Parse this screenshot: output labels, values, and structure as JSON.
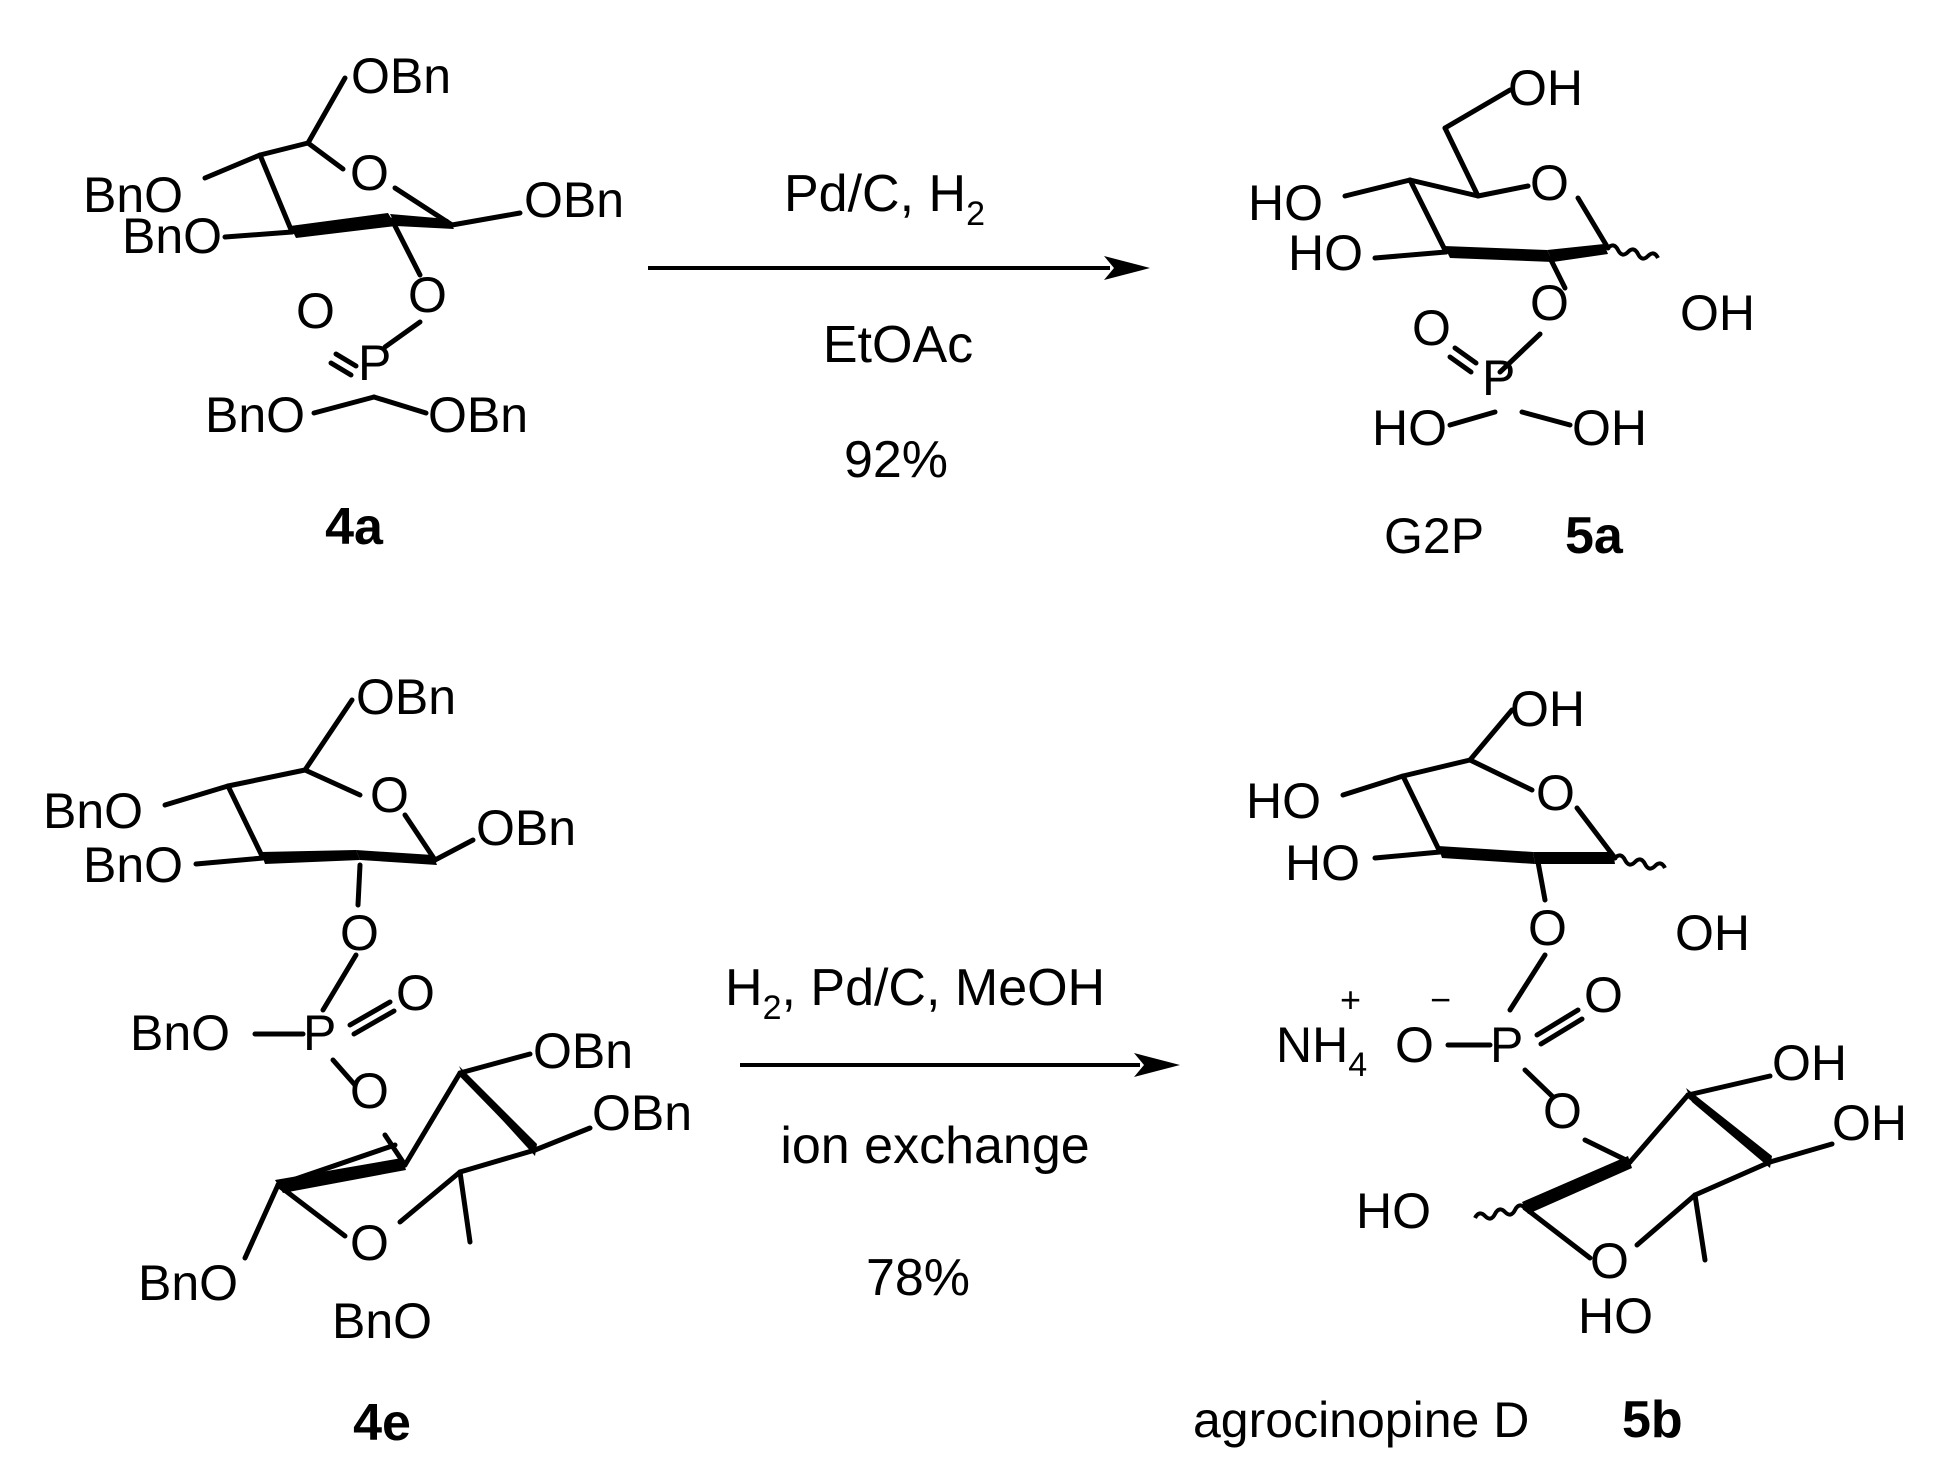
{
  "reaction1": {
    "reactant": {
      "id": "4a",
      "atoms": {
        "c6": "OBn",
        "c4": "BnO",
        "c3": "BnO",
        "ring_o": "O",
        "c1": "OBn",
        "c2o": "O",
        "p_dbl_o": "O",
        "p": "P",
        "p_o_left": "BnO",
        "p_o_right": "OBn"
      }
    },
    "conditions": {
      "line1": "Pd/C, H",
      "line1_sub": "2",
      "line2": "EtOAc",
      "yield": "92%"
    },
    "product": {
      "name": "G2P",
      "id": "5a",
      "atoms": {
        "c6": "OH",
        "c4": "HO",
        "c3": "HO",
        "ring_o": "O",
        "c1": "OH",
        "c2o": "O",
        "p_dbl_o": "O",
        "p": "P",
        "p_o_left": "HO",
        "p_o_right": "OH"
      }
    }
  },
  "reaction2": {
    "reactant": {
      "id": "4e",
      "atoms": {
        "c6": "OBn",
        "c4": "BnO",
        "c3": "BnO",
        "ring_o": "O",
        "c1": "OBn",
        "c2o": "O",
        "p_o_left": "BnO",
        "p": "P",
        "p_dbl_o": "O",
        "p_o_down": "O",
        "r2_a": "OBn",
        "r2_b": "OBn",
        "r2_c1": "BnO",
        "r2_ring_o": "O",
        "r2_c6": "BnO"
      }
    },
    "conditions": {
      "line1_pre": "H",
      "line1_sub": "2",
      "line1_post": ", Pd/C, MeOH",
      "line2": "ion exchange",
      "yield": "78%"
    },
    "product": {
      "name": "agrocinopine D",
      "id": "5b",
      "atoms": {
        "c6": "OH",
        "c4": "HO",
        "c3": "HO",
        "ring_o": "O",
        "c1": "OH",
        "c2o": "O",
        "nh": "NH",
        "nh_sub": "4",
        "nh_charge": "+",
        "o_minus": "O",
        "o_charge": "−",
        "p": "P",
        "p_dbl_o": "O",
        "p_o_down": "O",
        "r2_a": "OH",
        "r2_b": "OH",
        "r2_c1": "HO",
        "r2_ring_o": "O",
        "r2_c6": "HO"
      }
    }
  }
}
